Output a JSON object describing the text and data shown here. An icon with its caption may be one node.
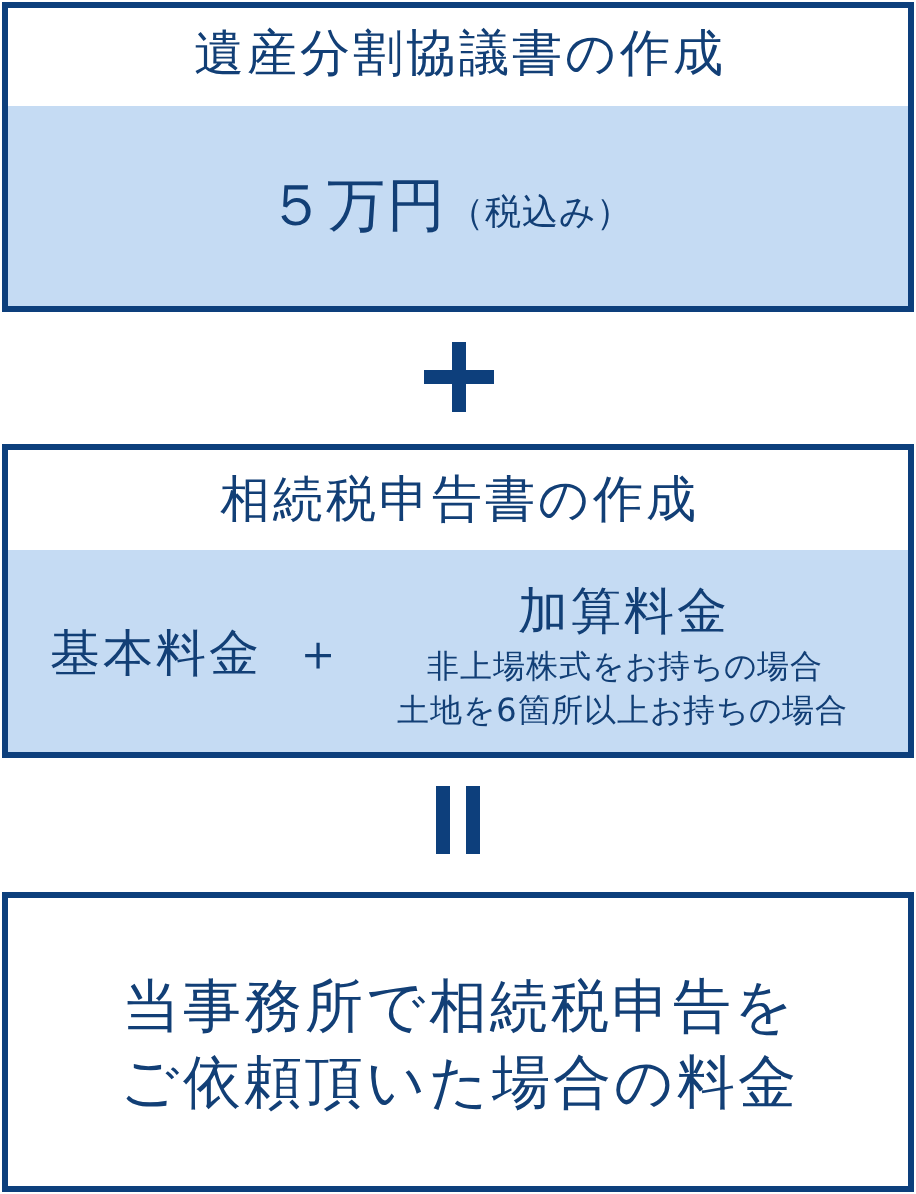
{
  "diagram": {
    "nodes": [
      {
        "text": [
          "遺産分割協議書の作成"
        ]
      },
      {
        "text": [
          "５万円",
          "（税込み）"
        ],
        "in": 0
      },
      {
        "text": [
          "相続税申告書の作成"
        ]
      },
      {
        "text": [
          "基本料金",
          "＋",
          "加算料金",
          "非上場株式をお持ちの場合",
          "土地を6箇所以上お持ちの場合"
        ],
        "in": 2
      },
      {
        "text": [
          "当事務所で相続税申告をご依頼頂いた場合の料金"
        ]
      }
    ]
  }
}
